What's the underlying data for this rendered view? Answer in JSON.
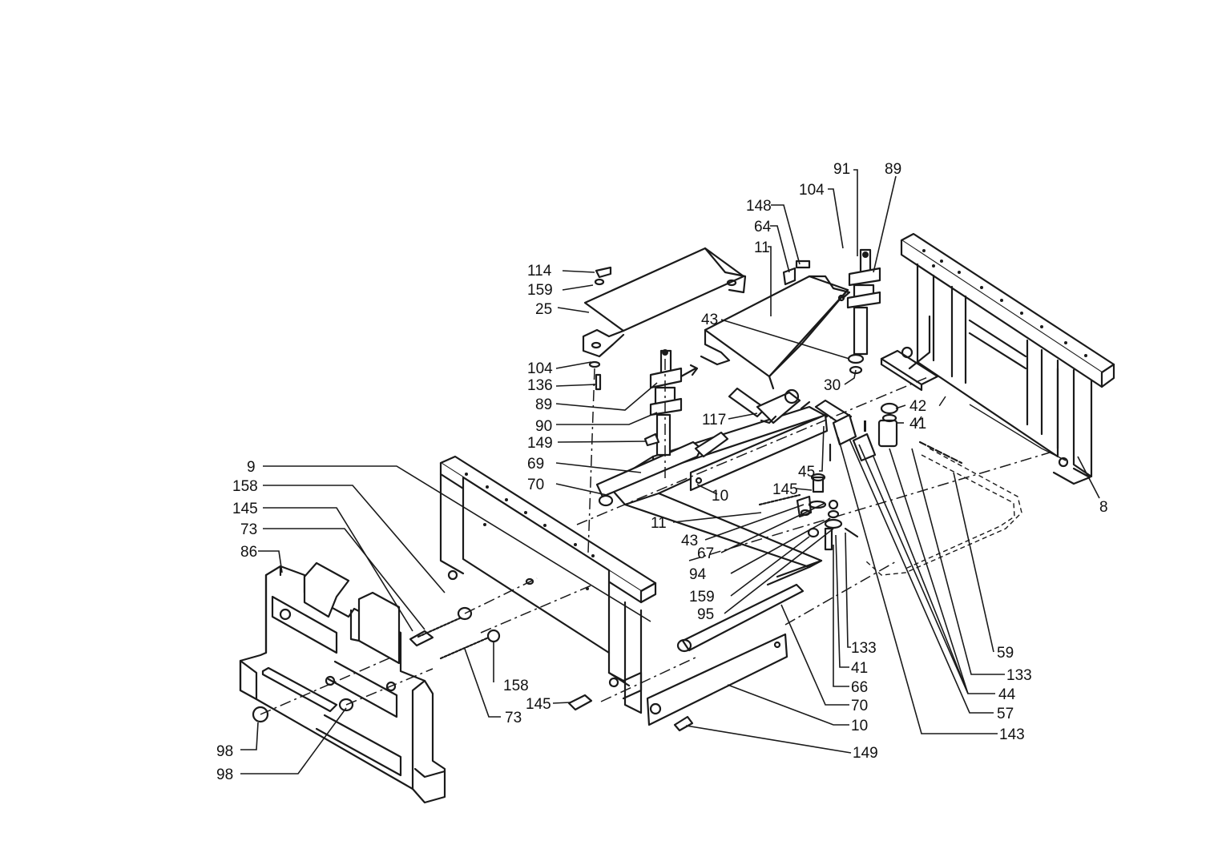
{
  "callouts": [
    {
      "id": "c91",
      "text": "91"
    },
    {
      "id": "c89a",
      "text": "89"
    },
    {
      "id": "c104a",
      "text": "104"
    },
    {
      "id": "c148",
      "text": "148"
    },
    {
      "id": "c64",
      "text": "64"
    },
    {
      "id": "c11a",
      "text": "11"
    },
    {
      "id": "c114",
      "text": "114"
    },
    {
      "id": "c159a",
      "text": "159"
    },
    {
      "id": "c25",
      "text": "25"
    },
    {
      "id": "c43a",
      "text": "43"
    },
    {
      "id": "c104b",
      "text": "104"
    },
    {
      "id": "c136",
      "text": "136"
    },
    {
      "id": "c30",
      "text": "30"
    },
    {
      "id": "c89b",
      "text": "89"
    },
    {
      "id": "c42",
      "text": "42"
    },
    {
      "id": "c41a",
      "text": "41"
    },
    {
      "id": "c90",
      "text": "90"
    },
    {
      "id": "c117",
      "text": "117"
    },
    {
      "id": "c149a",
      "text": "149"
    },
    {
      "id": "c9",
      "text": "9"
    },
    {
      "id": "c69",
      "text": "69"
    },
    {
      "id": "c45",
      "text": "45"
    },
    {
      "id": "c158a",
      "text": "158"
    },
    {
      "id": "c70a",
      "text": "70"
    },
    {
      "id": "c10a",
      "text": "10"
    },
    {
      "id": "c145a",
      "text": "145"
    },
    {
      "id": "c8",
      "text": "8"
    },
    {
      "id": "c145b",
      "text": "145"
    },
    {
      "id": "c73a",
      "text": "73"
    },
    {
      "id": "c11b",
      "text": "11"
    },
    {
      "id": "c86",
      "text": "86"
    },
    {
      "id": "c43b",
      "text": "43"
    },
    {
      "id": "c67",
      "text": "67"
    },
    {
      "id": "c94",
      "text": "94"
    },
    {
      "id": "c159b",
      "text": "159"
    },
    {
      "id": "c95",
      "text": "95"
    },
    {
      "id": "c133a",
      "text": "133"
    },
    {
      "id": "c59",
      "text": "59"
    },
    {
      "id": "c41b",
      "text": "41"
    },
    {
      "id": "c133b",
      "text": "133"
    },
    {
      "id": "c158b",
      "text": "158"
    },
    {
      "id": "c66",
      "text": "66"
    },
    {
      "id": "c44",
      "text": "44"
    },
    {
      "id": "c145c",
      "text": "145"
    },
    {
      "id": "c70b",
      "text": "70"
    },
    {
      "id": "c73b",
      "text": "73"
    },
    {
      "id": "c57",
      "text": "57"
    },
    {
      "id": "c10b",
      "text": "10"
    },
    {
      "id": "c143",
      "text": "143"
    },
    {
      "id": "c98a",
      "text": "98"
    },
    {
      "id": "c149b",
      "text": "149"
    },
    {
      "id": "c98b",
      "text": "98"
    }
  ]
}
